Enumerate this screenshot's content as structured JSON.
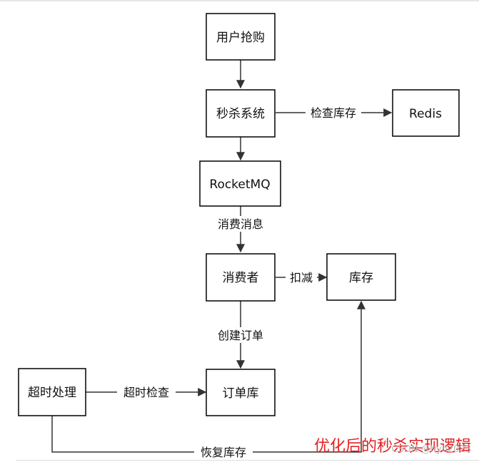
{
  "nodes": {
    "user_purchase": "用户抢购",
    "seckill_system": "秒杀系统",
    "redis": "Redis",
    "rocketmq": "RocketMQ",
    "consumer": "消费者",
    "inventory": "库存",
    "order_db": "订单库",
    "timeout_handler": "超时处理"
  },
  "edges": {
    "check_inventory": "检查库存",
    "consume_message": "消费消息",
    "deduct": "扣减",
    "create_order": "创建订单",
    "timeout_check": "超时检查",
    "restore_inventory": "恢复库存"
  },
  "caption": "优化后的秒杀实现逻辑",
  "watermark": "CSDN @hyh2023"
}
